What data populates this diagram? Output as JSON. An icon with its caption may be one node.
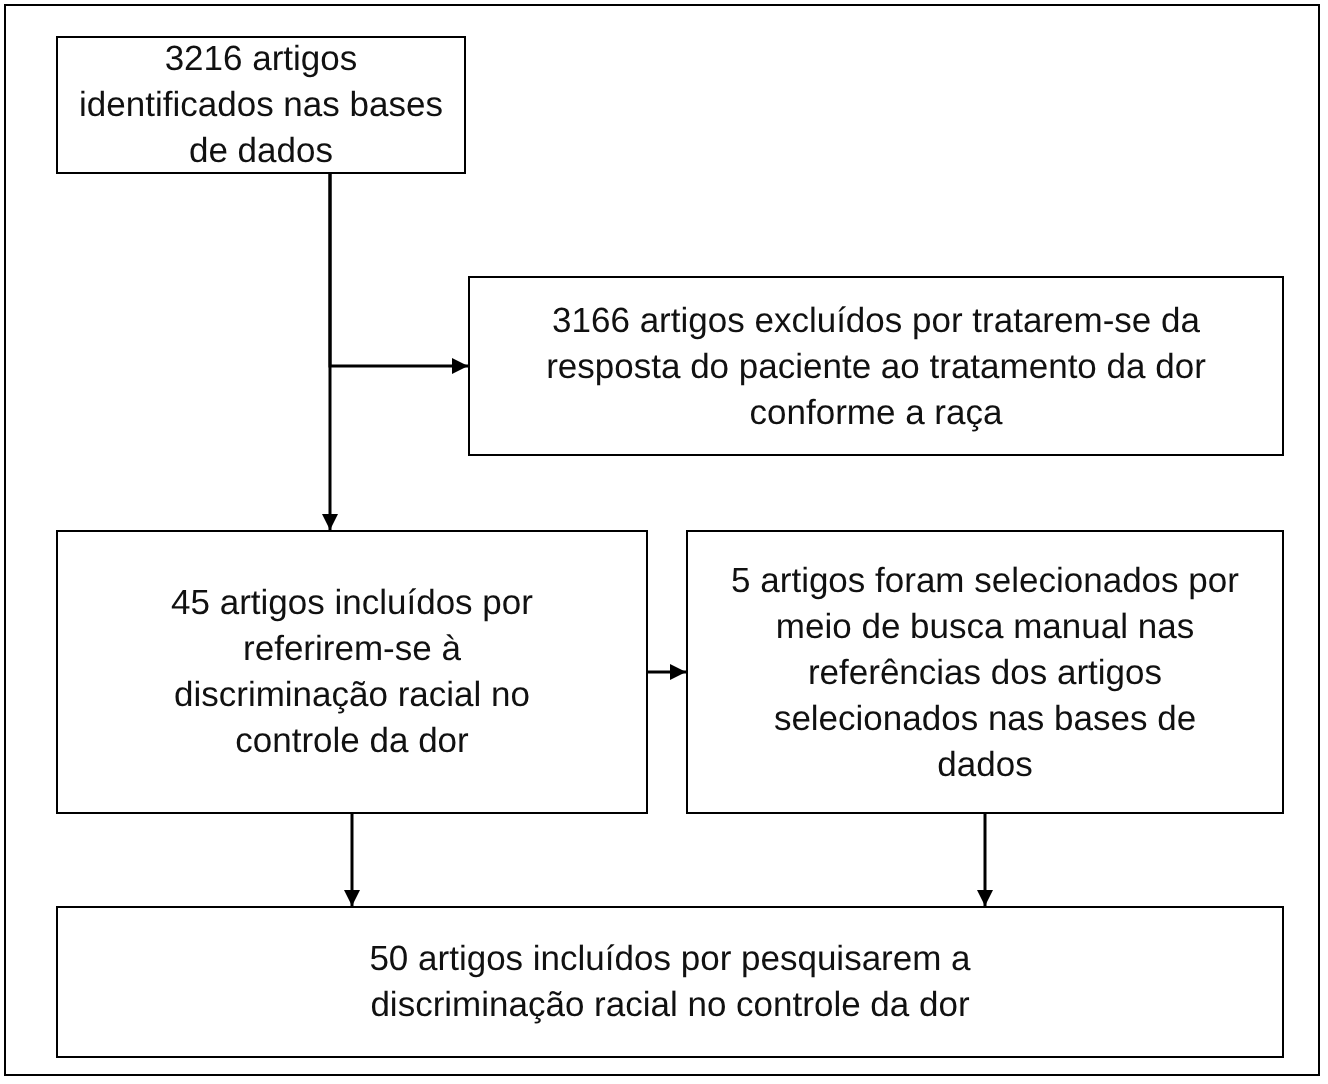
{
  "diagram": {
    "nodes": [
      {
        "text": [
          "3216 artigos identificados nas bases de dados"
        ]
      },
      {
        "text": [
          "3166 artigos excluídos por tratarem-se da resposta do paciente ao tratamento da dor conforme a raça"
        ]
      },
      {
        "text": [
          "45 artigos incluídos por referirem-se à discriminação racial no controle da dor"
        ]
      },
      {
        "text": [
          "5 artigos foram selecionados por meio de busca manual nas referências dos artigos selecionados nas bases de dados"
        ]
      },
      {
        "text": [
          "50 artigos incluídos por pesquisarem a discriminação racial no controle da dor"
        ]
      }
    ],
    "edges": [
      {
        "from": 0,
        "to": 2,
        "arrow": "to"
      },
      {
        "from": 0,
        "to": 1,
        "arrow": "to"
      },
      {
        "from": 2,
        "to": 3,
        "arrow": "to"
      },
      {
        "from": 2,
        "to": 4,
        "arrow": "to"
      },
      {
        "from": 3,
        "to": 4,
        "arrow": "to"
      }
    ]
  }
}
